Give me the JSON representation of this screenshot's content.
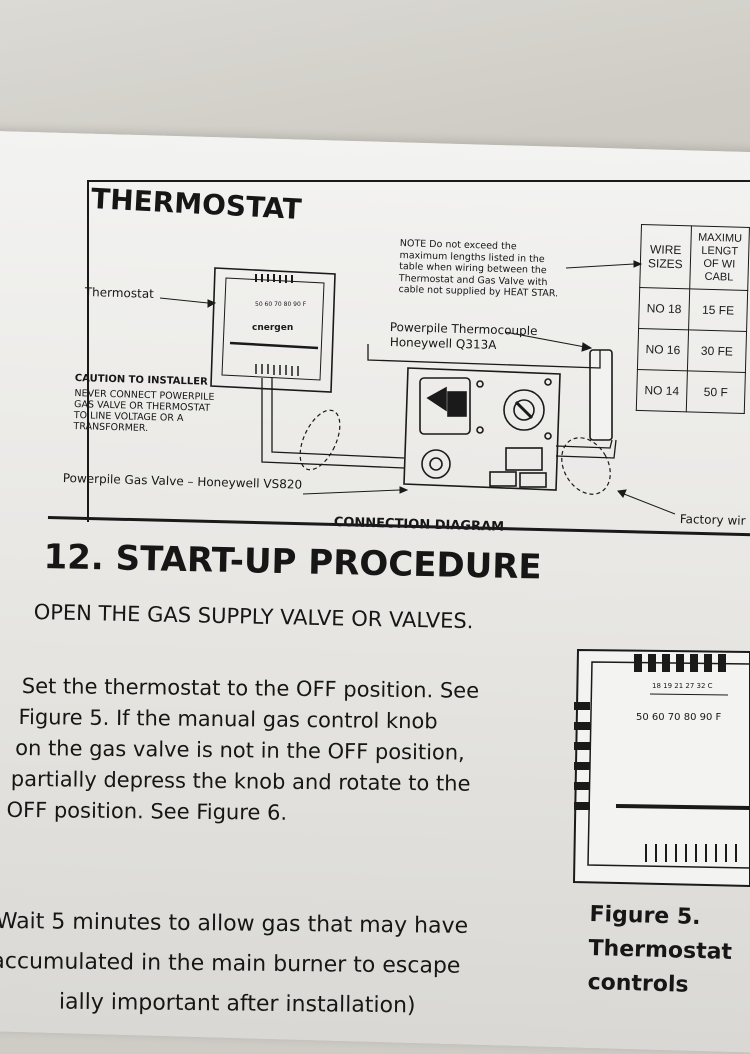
{
  "diagram": {
    "title": "THERMOSTAT",
    "note": [
      "NOTE    Do not exceed the",
      "maximum lengths listed in the",
      "table when wiring between the",
      "Thermostat and Gas Valve with",
      "cable not supplied by HEAT STAR."
    ],
    "thermostat_label": "Thermostat",
    "thermocouple_label_1": "Powerpile Thermocouple",
    "thermocouple_label_2": "Honeywell Q313A",
    "caution_title": "CAUTION TO INSTALLER",
    "caution_lines": [
      "NEVER CONNECT POWERPILE",
      "GAS VALVE OR THERMOSTAT",
      "TO LINE VOLTAGE OR A",
      "TRANSFORMER."
    ],
    "gas_valve_label": "Powerpile Gas Valve – Honeywell VS820",
    "factory_wire_label": "Factory wir",
    "caption": "CONNECTION DIAGRAM",
    "thermostat_scale": "50 60 70 80 90 F",
    "thermostat_brand": "cnergen"
  },
  "wire_table": {
    "header_sizes": [
      "WIRE",
      "SIZES"
    ],
    "header_max": [
      "MAXIMU",
      "LENGT",
      "OF WI",
      "CABL"
    ],
    "rows": [
      {
        "size": "NO 18",
        "length": "15 FE"
      },
      {
        "size": "NO 16",
        "length": "30 FE"
      },
      {
        "size": "NO 14",
        "length": "50 F"
      }
    ]
  },
  "section": {
    "heading": "12. START-UP PROCEDURE",
    "step1": "OPEN THE GAS SUPPLY VALVE OR VALVES.",
    "para1": [
      "Set the thermostat to the OFF position. See",
      "Figure 5. If the manual gas control knob",
      "on the gas valve is not in the OFF position,",
      "partially depress the knob and rotate to the",
      "OFF position. See Figure 6."
    ],
    "para2": [
      "Wait 5 minutes to allow gas that may have",
      "accumulated in the main burner to escape",
      "ially important after installation)"
    ]
  },
  "figure5": {
    "caption_1": "Figure 5.",
    "caption_2": "Thermostat",
    "caption_3": "controls",
    "scale_top": "18 19 21 27 32 C",
    "scale_f": "50 60 70 80 90 F"
  }
}
